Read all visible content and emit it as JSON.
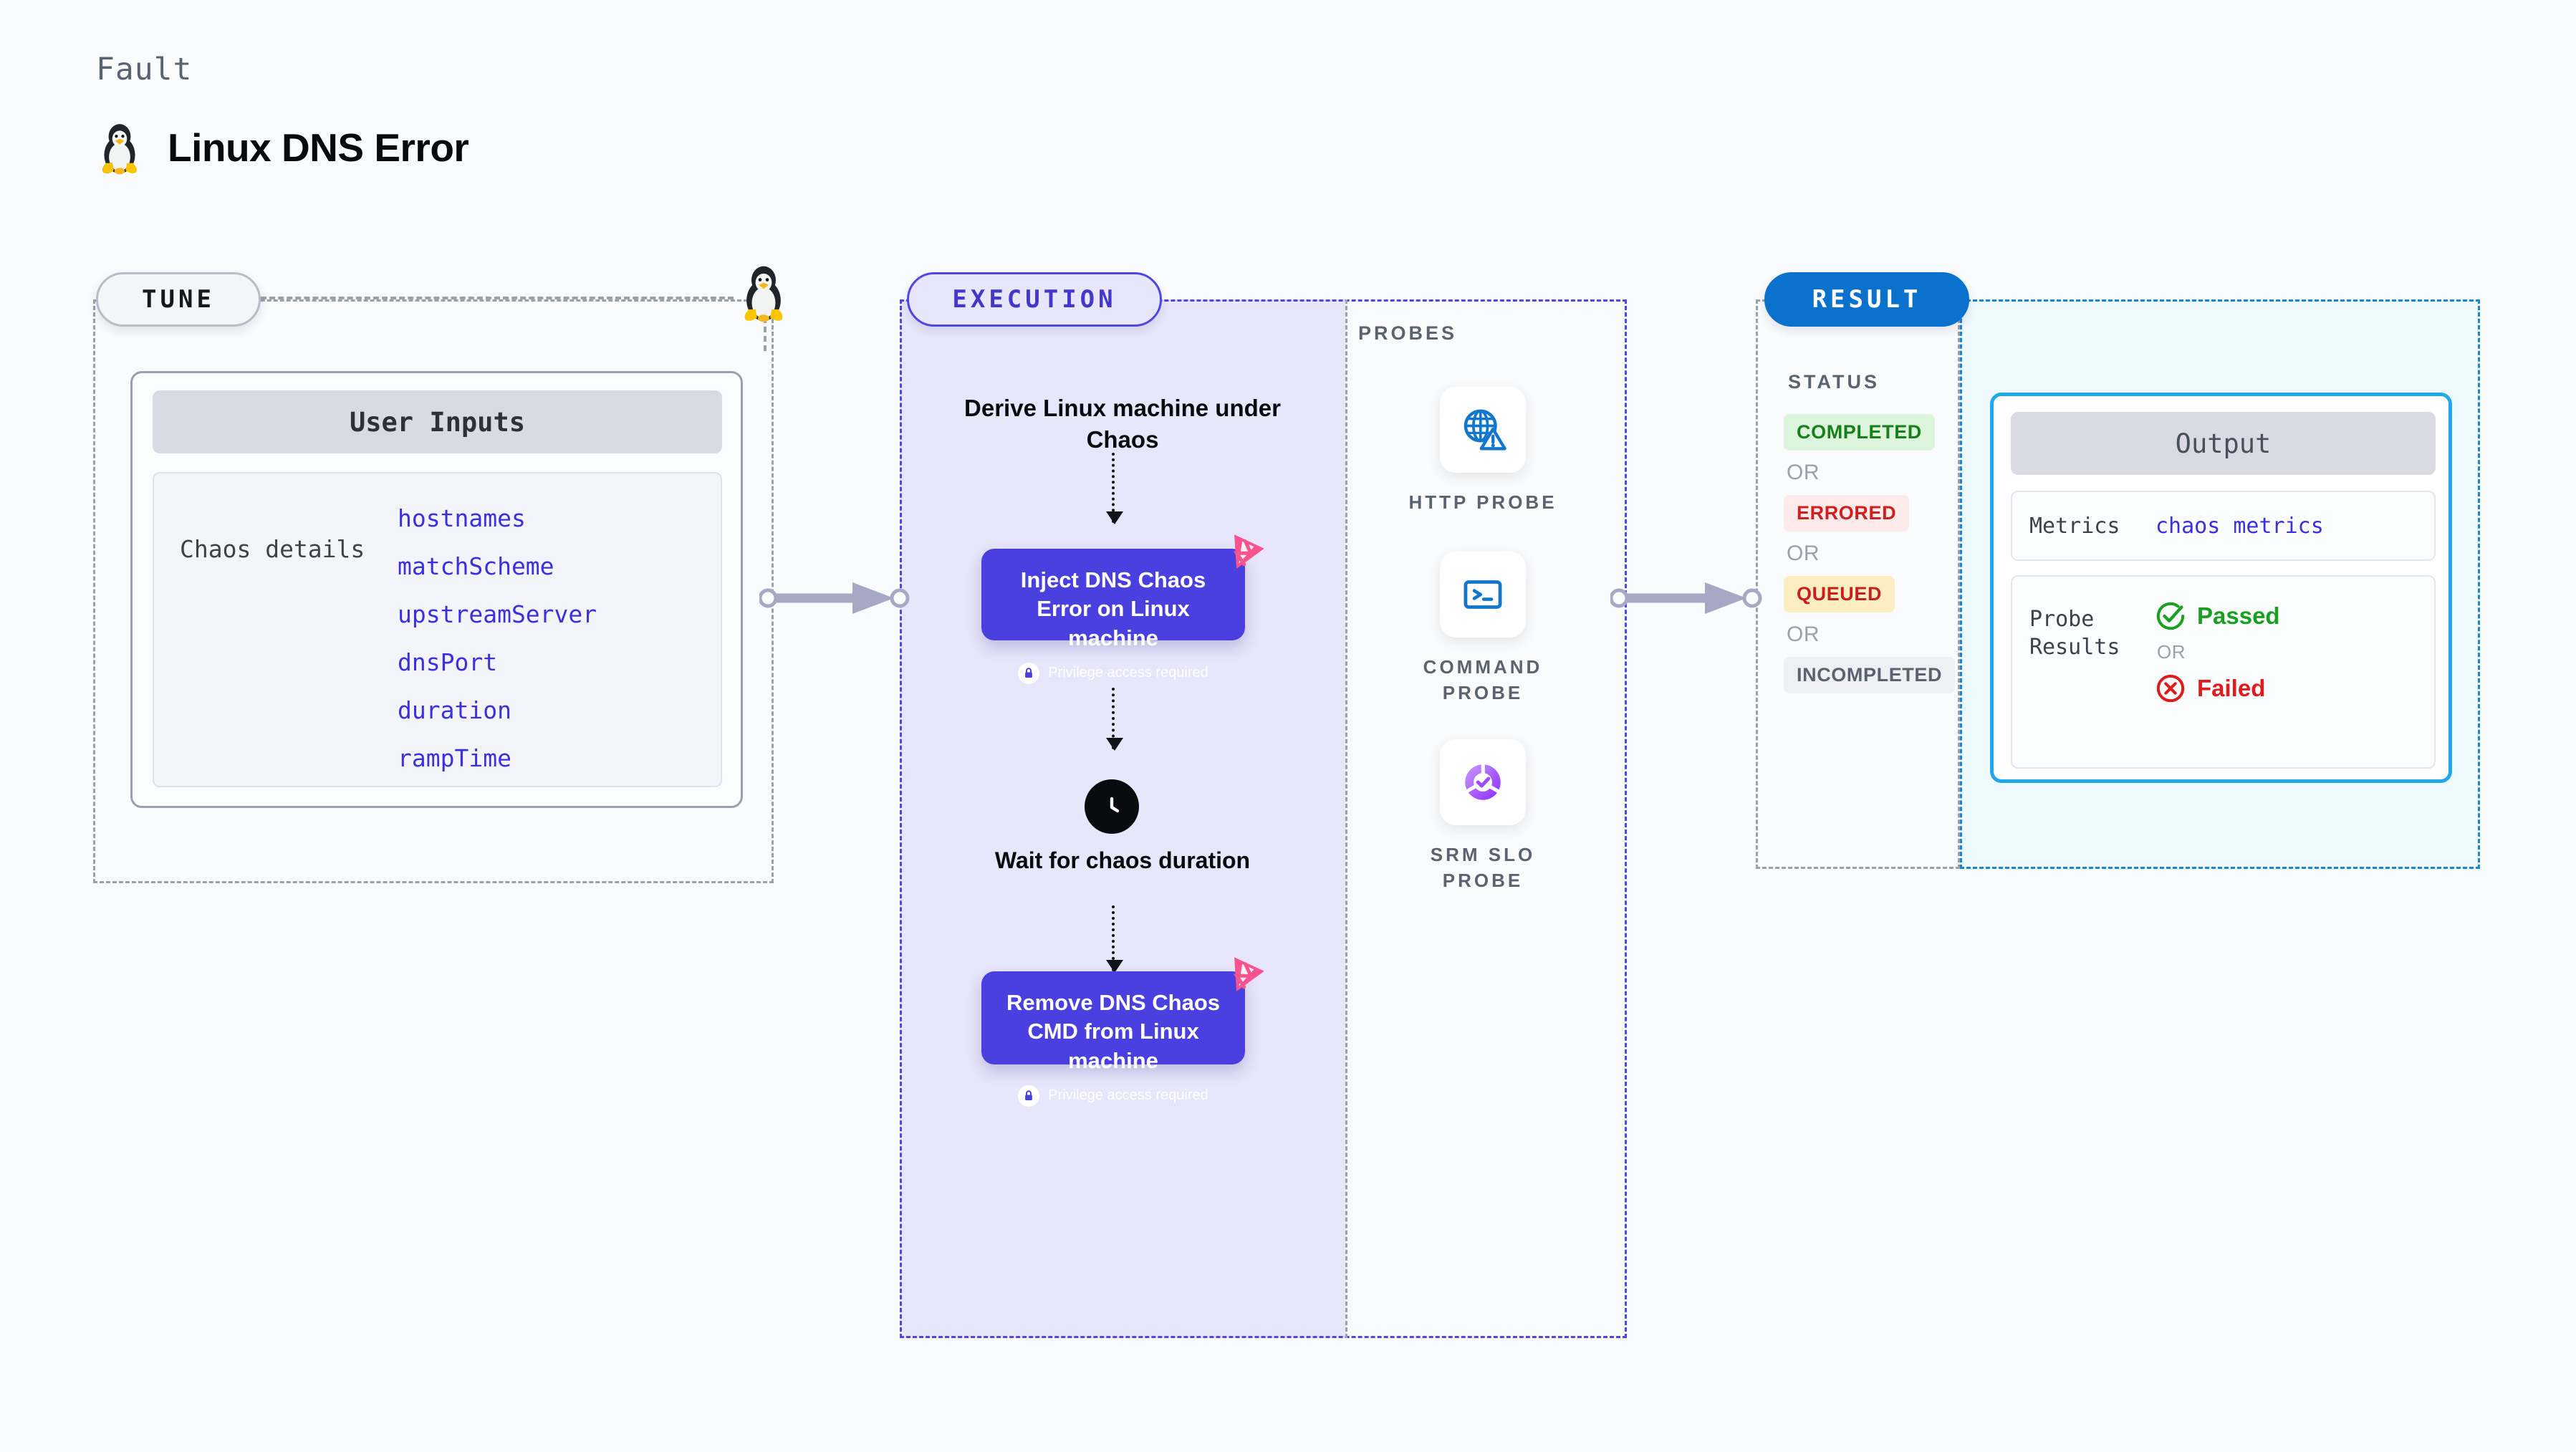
{
  "header": {
    "kicker": "Fault",
    "title": "Linux DNS Error",
    "icon": "tux-penguin-icon"
  },
  "tune": {
    "badge": "TUNE",
    "card_title": "User Inputs",
    "group_label": "Chaos details",
    "parameters": [
      "hostnames",
      "matchScheme",
      "upstreamServer",
      "dnsPort",
      "duration",
      "rampTime"
    ]
  },
  "execution": {
    "badge": "EXECUTION",
    "step_derive": "Derive Linux machine under Chaos",
    "card_inject": {
      "title": "Inject DNS Chaos Error on Linux machine",
      "privilege": "Privilege access required"
    },
    "step_wait": "Wait for chaos duration",
    "card_remove": {
      "title": "Remove DNS Chaos CMD from Linux machine",
      "privilege": "Privilege access required"
    }
  },
  "probes": {
    "section_label": "PROBES",
    "items": [
      {
        "label": "HTTP PROBE",
        "icon": "globe-warning-icon"
      },
      {
        "label": "COMMAND PROBE",
        "icon": "terminal-icon"
      },
      {
        "label": "SRM SLO PROBE",
        "icon": "slo-donut-check-icon"
      }
    ]
  },
  "result": {
    "badge": "RESULT",
    "status_label": "STATUS",
    "or_text": "OR",
    "statuses": [
      {
        "label": "COMPLETED",
        "bg": "#ddf5dd",
        "fg": "#16801a"
      },
      {
        "label": "ERRORED",
        "bg": "#fdeaea",
        "fg": "#cf2020"
      },
      {
        "label": "QUEUED",
        "bg": "#fdeec2",
        "fg": "#c91f1f"
      },
      {
        "label": "INCOMPLETED",
        "bg": "#eef0f4",
        "fg": "#5b6270"
      }
    ],
    "output": {
      "title": "Output",
      "metrics_key": "Metrics",
      "metrics_value": "chaos metrics",
      "probe_key": "Probe Results",
      "passed": "Passed",
      "failed": "Failed",
      "or_text": "OR"
    }
  },
  "colors": {
    "indigo": "#4a3fdf",
    "indigo_border": "#4f46e5",
    "exec_fill": "#e7e6fb",
    "result_blue": "#0a72cc",
    "output_border": "#1fa9e6",
    "output_fill": "#effaff",
    "param_blue": "#3b2fe0",
    "gray_dash": "#9aa1ad",
    "pink_badge": "#f7538f",
    "probe_blue": "#1276cc",
    "slo_purple": "#9b4dff",
    "pass_green": "#19a020",
    "fail_red": "#e01b1b"
  }
}
